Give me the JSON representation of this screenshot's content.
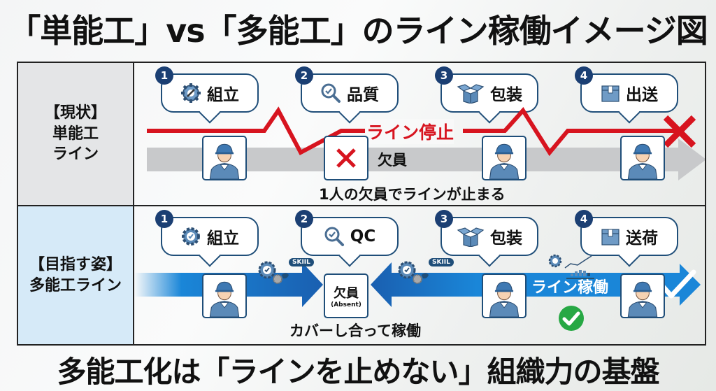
{
  "title": "「単能工」vs「多能工」のライン稼働イメージ図",
  "footer": "多能工化は「ラインを止めない」組織力の基盤",
  "colors": {
    "navy": "#1b3f73",
    "stop_red": "#d7141f",
    "flow_blue": "#1a86d8",
    "gray_flow": "#c8c9cb",
    "ok_green": "#27a844"
  },
  "current": {
    "label_lines": [
      "【現状】",
      "単能工",
      "ライン"
    ],
    "steps": [
      {
        "num": "1",
        "icon": "gear-wrench-icon",
        "label": "組立"
      },
      {
        "num": "2",
        "icon": "magnifier-check-icon",
        "label": "品質"
      },
      {
        "num": "3",
        "icon": "open-box-icon",
        "label": "包装"
      },
      {
        "num": "4",
        "icon": "package-icon",
        "label": "出送"
      }
    ],
    "stop_label": "ライン停止",
    "absent_label": "欠員",
    "caption": "1人の欠員でラインが止まる"
  },
  "target": {
    "label_lines": [
      "【目指す姿】",
      "多能工ライン"
    ],
    "steps": [
      {
        "num": "1",
        "icon": "gear-check-icon",
        "label": "組立"
      },
      {
        "num": "2",
        "icon": "magnifier-check-icon",
        "label": "QC"
      },
      {
        "num": "3",
        "icon": "open-box-icon",
        "label": "包装"
      },
      {
        "num": "4",
        "icon": "package-icon",
        "label": "送荷"
      }
    ],
    "skill_badge": "SKIIL",
    "absent_main": "欠員",
    "absent_sub": "(Absent)",
    "running_label": "ライン稼働",
    "caption": "カバーし合って稼働"
  }
}
